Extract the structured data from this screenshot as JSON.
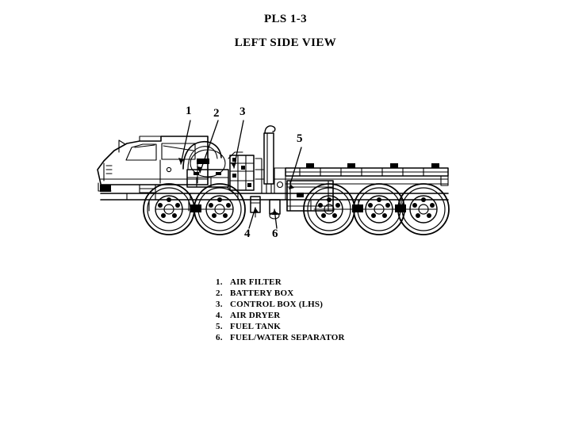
{
  "title": {
    "line1": "PLS 1-3",
    "line2": "LEFT SIDE VIEW"
  },
  "legend": {
    "items": [
      {
        "num": "1.",
        "label": "AIR FILTER"
      },
      {
        "num": "2.",
        "label": "BATTERY BOX"
      },
      {
        "num": "3.",
        "label": "CONTROL BOX (LHS)"
      },
      {
        "num": "4.",
        "label": "AIR DRYER"
      },
      {
        "num": "5.",
        "label": "FUEL TANK"
      },
      {
        "num": "6.",
        "label": "FUEL/WATER SEPARATOR"
      }
    ]
  },
  "callouts": [
    {
      "id": "1",
      "text": "1"
    },
    {
      "id": "2",
      "text": "2"
    },
    {
      "id": "3",
      "text": "3"
    },
    {
      "id": "4",
      "text": "4"
    },
    {
      "id": "5",
      "text": "5"
    },
    {
      "id": "6",
      "text": "6"
    }
  ],
  "figure": {
    "subject": "PLS heavy truck left side view line drawing",
    "line_color": "#000000",
    "background_color": "#ffffff"
  }
}
